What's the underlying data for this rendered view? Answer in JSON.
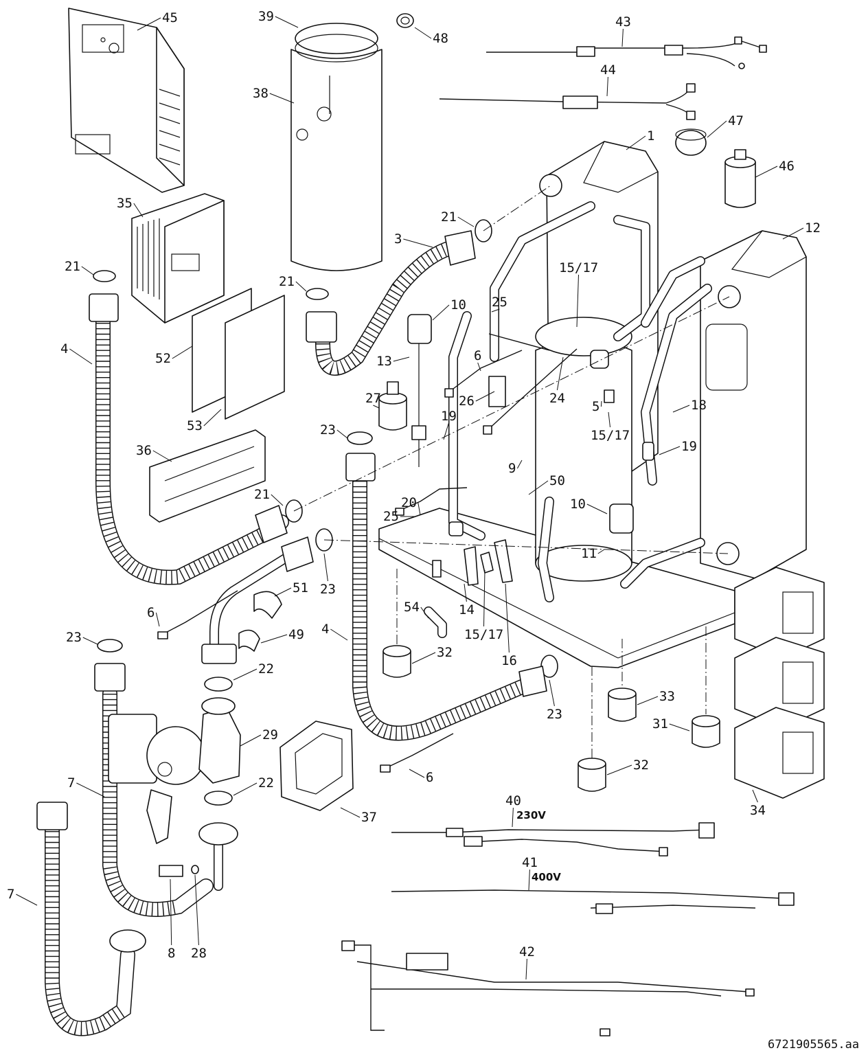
{
  "document_id": "6721905565.aa",
  "callouts": [
    {
      "id": "c45",
      "label": "45"
    },
    {
      "id": "c39",
      "label": "39"
    },
    {
      "id": "c48",
      "label": "48"
    },
    {
      "id": "c43",
      "label": "43"
    },
    {
      "id": "c44",
      "label": "44"
    },
    {
      "id": "c38",
      "label": "38"
    },
    {
      "id": "c47",
      "label": "47"
    },
    {
      "id": "c1",
      "label": "1"
    },
    {
      "id": "c46",
      "label": "46"
    },
    {
      "id": "c12",
      "label": "12"
    },
    {
      "id": "c35",
      "label": "35"
    },
    {
      "id": "c21a",
      "label": "21"
    },
    {
      "id": "c3",
      "label": "3"
    },
    {
      "id": "c21b",
      "label": "21"
    },
    {
      "id": "c21c",
      "label": "21"
    },
    {
      "id": "c15_17a",
      "label": "15/17"
    },
    {
      "id": "c10a",
      "label": "10"
    },
    {
      "id": "c25a",
      "label": "25"
    },
    {
      "id": "c4a",
      "label": "4"
    },
    {
      "id": "c52",
      "label": "52"
    },
    {
      "id": "c13",
      "label": "13"
    },
    {
      "id": "c6a",
      "label": "6"
    },
    {
      "id": "c27",
      "label": "27"
    },
    {
      "id": "c26",
      "label": "26"
    },
    {
      "id": "c24",
      "label": "24"
    },
    {
      "id": "c5",
      "label": "5"
    },
    {
      "id": "c18",
      "label": "18"
    },
    {
      "id": "c53",
      "label": "53"
    },
    {
      "id": "c23a",
      "label": "23"
    },
    {
      "id": "c19a",
      "label": "19"
    },
    {
      "id": "c15_17b",
      "label": "15/17"
    },
    {
      "id": "c36",
      "label": "36"
    },
    {
      "id": "c19b",
      "label": "19"
    },
    {
      "id": "c9",
      "label": "9"
    },
    {
      "id": "c50",
      "label": "50"
    },
    {
      "id": "c21d",
      "label": "21"
    },
    {
      "id": "c20",
      "label": "20"
    },
    {
      "id": "c10b",
      "label": "10"
    },
    {
      "id": "c25b",
      "label": "25"
    },
    {
      "id": "c11",
      "label": "11"
    },
    {
      "id": "c51",
      "label": "51"
    },
    {
      "id": "c23b",
      "label": "23"
    },
    {
      "id": "c6b",
      "label": "6"
    },
    {
      "id": "c54",
      "label": "54"
    },
    {
      "id": "c14",
      "label": "14"
    },
    {
      "id": "c15_17c",
      "label": "15/17"
    },
    {
      "id": "c4b",
      "label": "4"
    },
    {
      "id": "c23c",
      "label": "23"
    },
    {
      "id": "c49",
      "label": "49"
    },
    {
      "id": "c32a",
      "label": "32"
    },
    {
      "id": "c16",
      "label": "16"
    },
    {
      "id": "c22a",
      "label": "22"
    },
    {
      "id": "c33",
      "label": "33"
    },
    {
      "id": "c23d",
      "label": "23"
    },
    {
      "id": "c31",
      "label": "31"
    },
    {
      "id": "c29",
      "label": "29"
    },
    {
      "id": "c7a",
      "label": "7"
    },
    {
      "id": "c32b",
      "label": "32"
    },
    {
      "id": "c22b",
      "label": "22"
    },
    {
      "id": "c6c",
      "label": "6"
    },
    {
      "id": "c37",
      "label": "37"
    },
    {
      "id": "c34",
      "label": "34"
    },
    {
      "id": "c40",
      "label": "40"
    },
    {
      "id": "c41",
      "label": "41"
    },
    {
      "id": "c7b",
      "label": "7"
    },
    {
      "id": "c8",
      "label": "8"
    },
    {
      "id": "c28",
      "label": "28"
    },
    {
      "id": "c42",
      "label": "42"
    }
  ],
  "voltage_labels": {
    "harness_40": "230V",
    "harness_41": "400V"
  }
}
